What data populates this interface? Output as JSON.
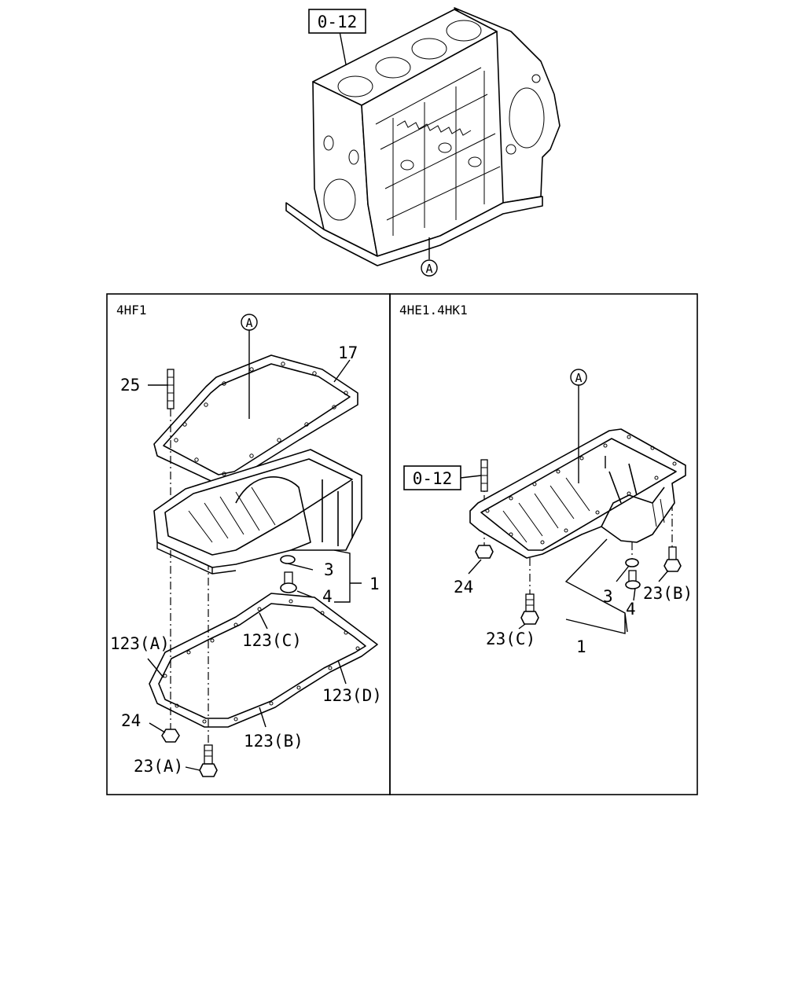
{
  "top": {
    "ref_box": "0-12",
    "circle_ref": "A"
  },
  "left_panel": {
    "title": "4HF1",
    "circle_ref": "A",
    "labels": [
      "17",
      "25",
      "3",
      "1",
      "4",
      "123(A)",
      "123(C)",
      "123(D)",
      "123(B)",
      "24",
      "23(A)"
    ]
  },
  "right_panel": {
    "title": "4HE1.4HK1",
    "circle_ref": "A",
    "ref_box": "0-12",
    "labels": [
      "24",
      "3",
      "4",
      "23(B)",
      "23(C)",
      "1"
    ]
  }
}
